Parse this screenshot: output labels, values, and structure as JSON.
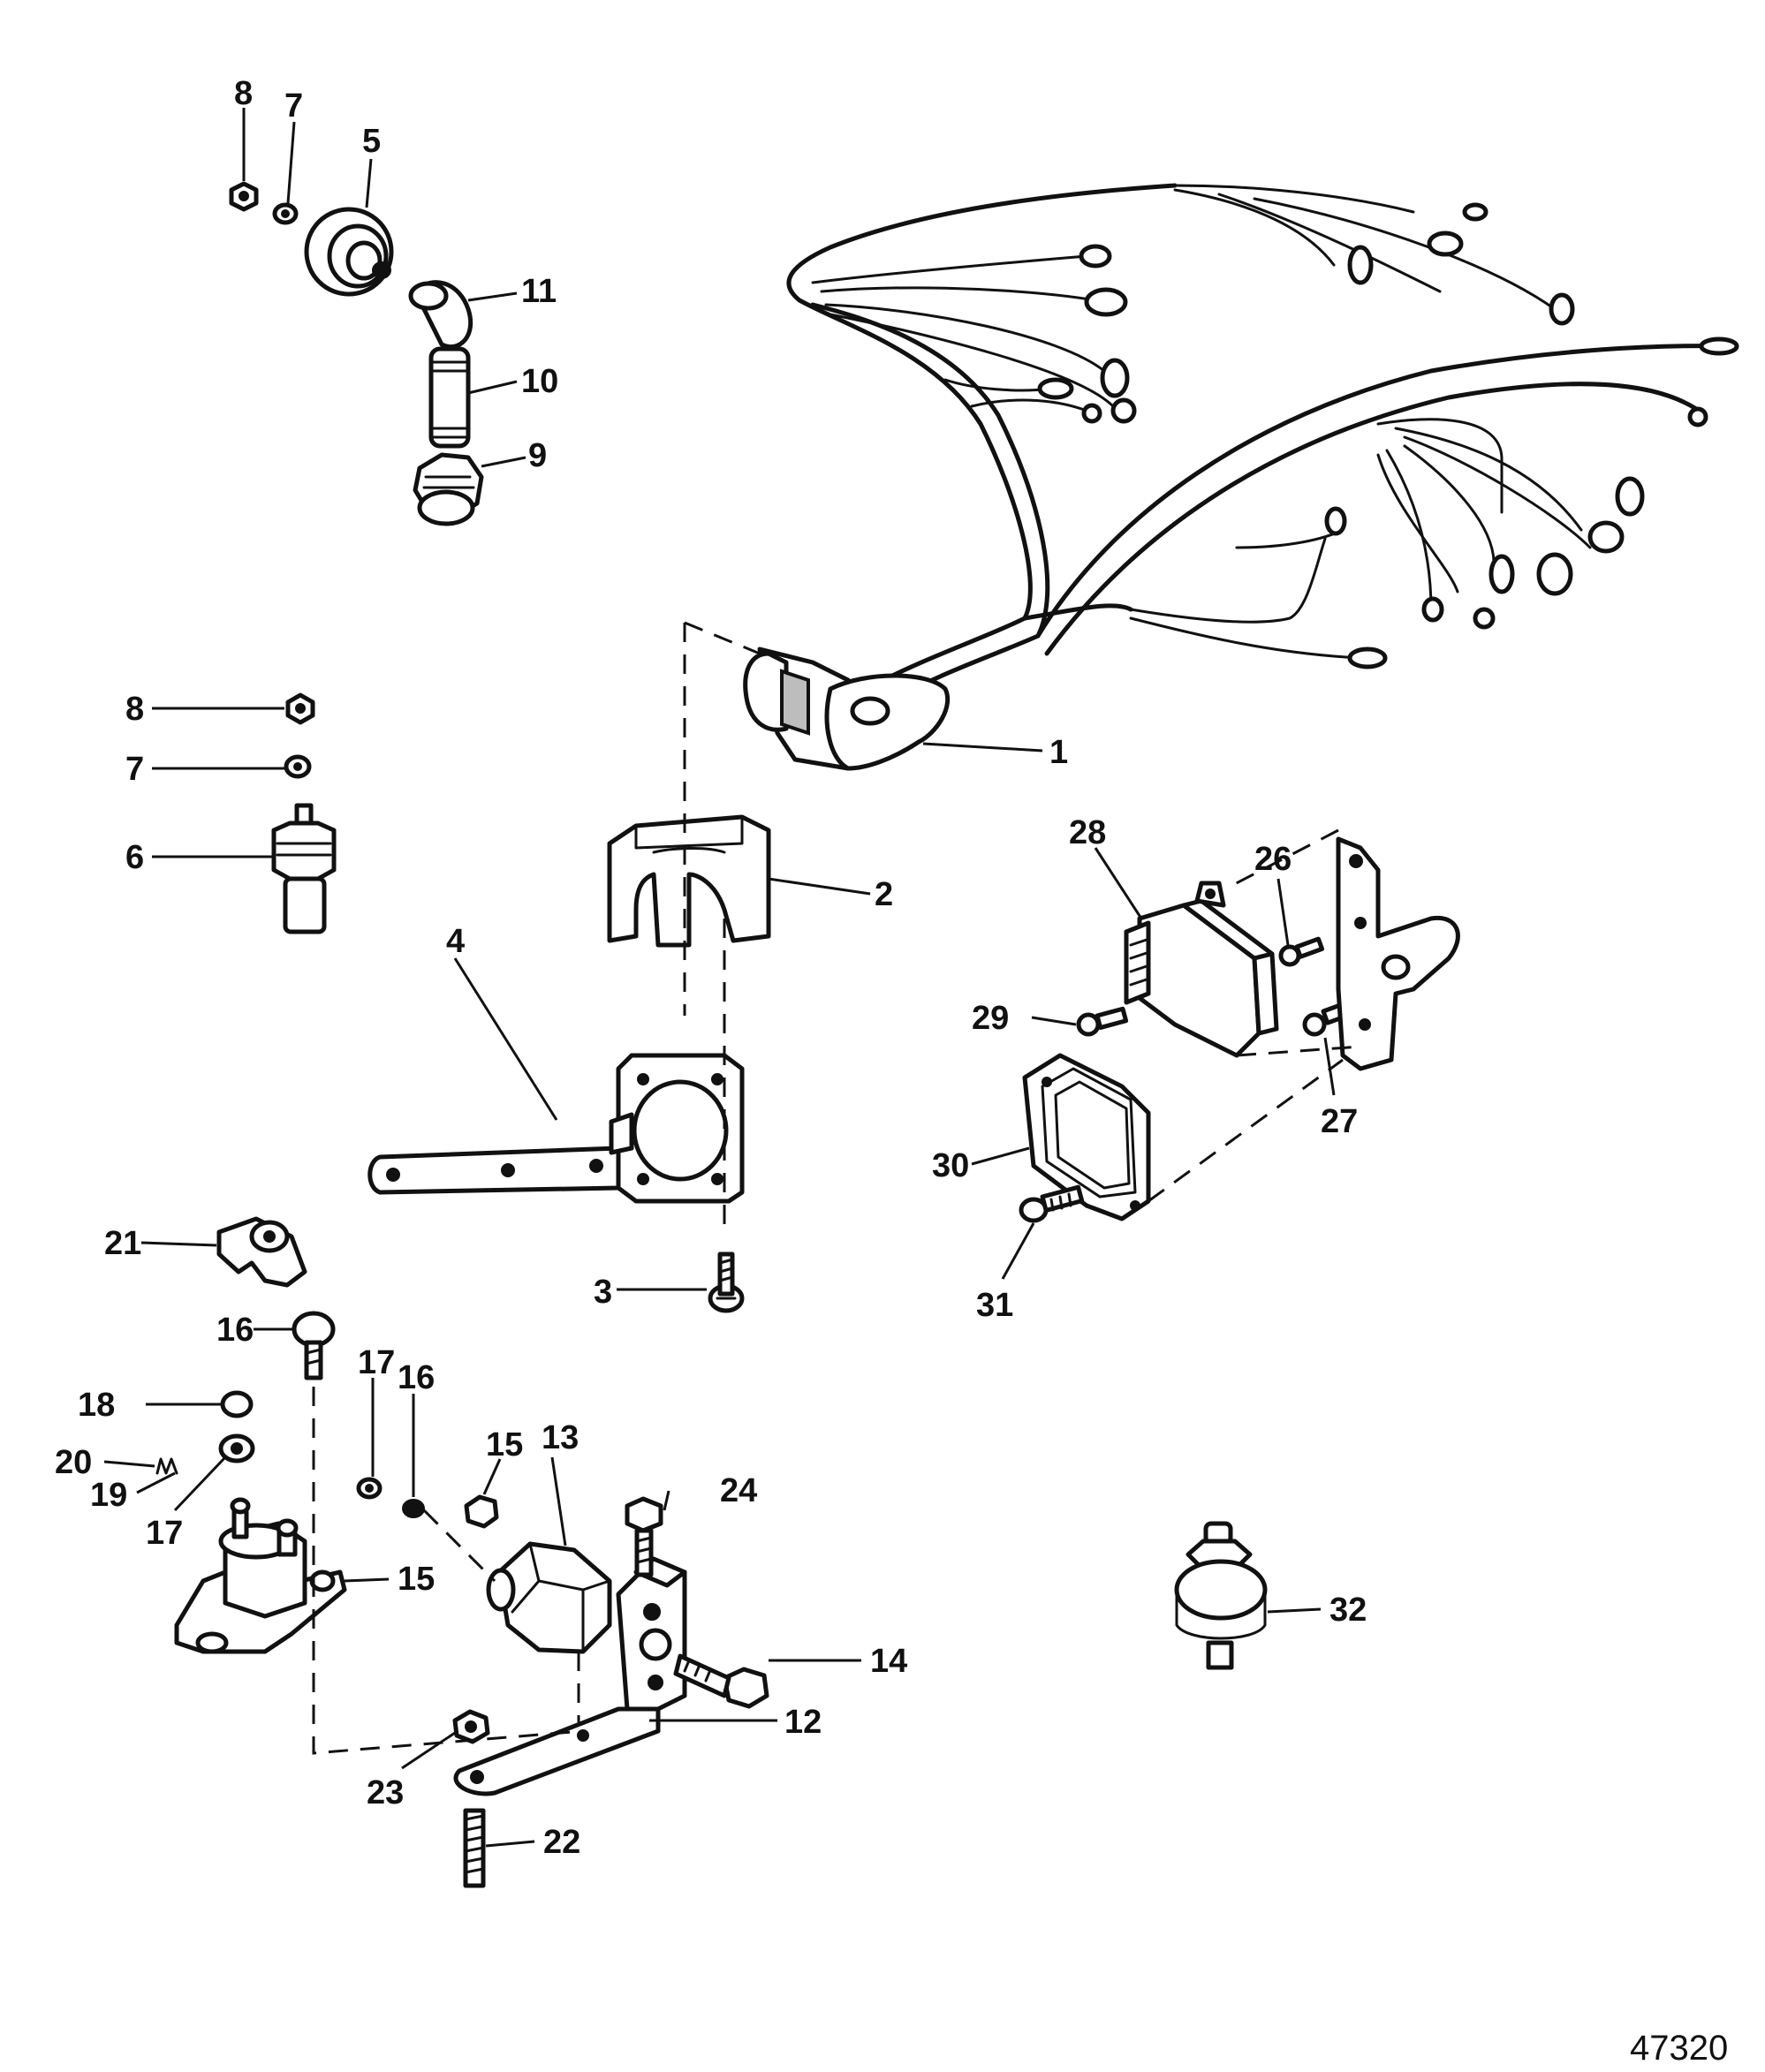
{
  "figure": {
    "number": "47320"
  },
  "callouts": [
    {
      "id": "c8a",
      "label": "8"
    },
    {
      "id": "c7a",
      "label": "7"
    },
    {
      "id": "c5",
      "label": "5"
    },
    {
      "id": "c11",
      "label": "11"
    },
    {
      "id": "c10",
      "label": "10"
    },
    {
      "id": "c9",
      "label": "9"
    },
    {
      "id": "c1",
      "label": "1"
    },
    {
      "id": "c8b",
      "label": "8"
    },
    {
      "id": "c7b",
      "label": "7"
    },
    {
      "id": "c6",
      "label": "6"
    },
    {
      "id": "c2",
      "label": "2"
    },
    {
      "id": "c4",
      "label": "4"
    },
    {
      "id": "c28",
      "label": "28"
    },
    {
      "id": "c26",
      "label": "26"
    },
    {
      "id": "c29",
      "label": "29"
    },
    {
      "id": "c27",
      "label": "27"
    },
    {
      "id": "c30",
      "label": "30"
    },
    {
      "id": "c31",
      "label": "31"
    },
    {
      "id": "c21",
      "label": "21"
    },
    {
      "id": "c3",
      "label": "3"
    },
    {
      "id": "c16a",
      "label": "16"
    },
    {
      "id": "c17a",
      "label": "17"
    },
    {
      "id": "c16b",
      "label": "16"
    },
    {
      "id": "c13",
      "label": "13"
    },
    {
      "id": "c18",
      "label": "18"
    },
    {
      "id": "c15a",
      "label": "15"
    },
    {
      "id": "c24",
      "label": "24"
    },
    {
      "id": "c20",
      "label": "20"
    },
    {
      "id": "c19",
      "label": "19"
    },
    {
      "id": "c17b",
      "label": "17"
    },
    {
      "id": "c15b",
      "label": "15"
    },
    {
      "id": "c32",
      "label": "32"
    },
    {
      "id": "c14",
      "label": "14"
    },
    {
      "id": "c12",
      "label": "12"
    },
    {
      "id": "c23",
      "label": "23"
    },
    {
      "id": "c22",
      "label": "22"
    }
  ]
}
